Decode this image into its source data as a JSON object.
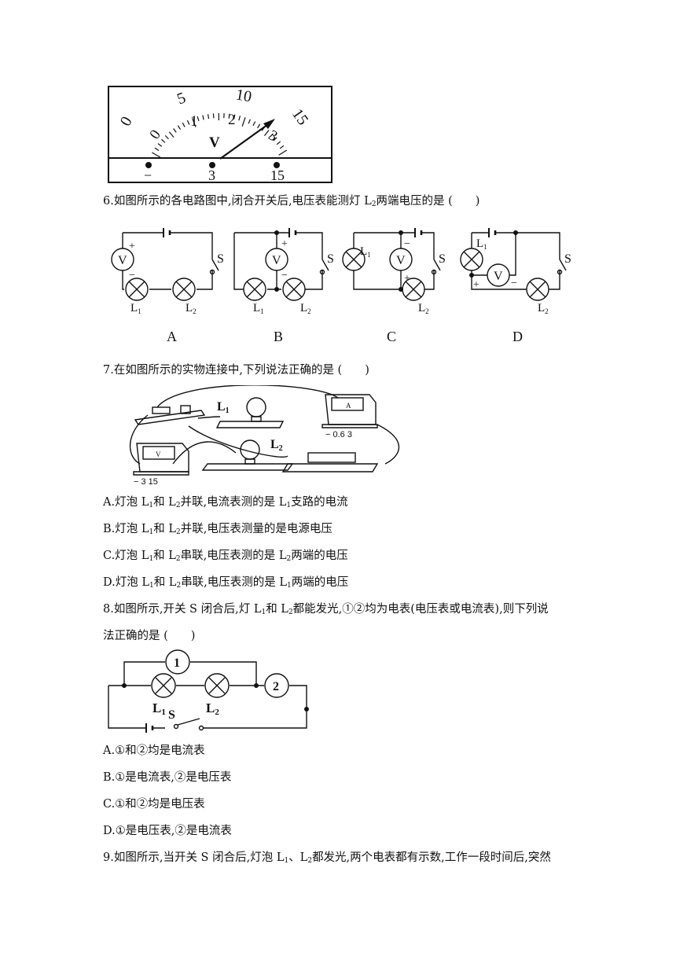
{
  "voltmeter": {
    "scale_top": [
      "0",
      "5",
      "10",
      "15"
    ],
    "scale_bottom": [
      "0",
      "1",
      "2",
      "3"
    ],
    "unit": "V",
    "terminals": [
      "−",
      "3",
      "15"
    ]
  },
  "q6": {
    "num": "6.",
    "text": "如图所示的各电路图中,闭合开关后,电压表能测灯 L",
    "sub": "2",
    "text_after": "两端电压的是 (　　)",
    "options": [
      "A",
      "B",
      "C",
      "D"
    ],
    "meter_symbol": "V",
    "switch_label": "S",
    "lamp1": "L",
    "lamp2": "L",
    "sub1": "1",
    "sub2": "2",
    "plus": "+",
    "minus": "−"
  },
  "q7": {
    "num": "7.",
    "text": "在如图所示的实物连接中,下列说法正确的是 (　　)",
    "fig": {
      "L1": "L",
      "L1_sub": "1",
      "L2": "L",
      "L2_sub": "2",
      "ammeter_face": "A",
      "ammeter_terminals": "− 0.6  3",
      "voltmeter_face": "V",
      "voltmeter_terminals": "−  3 15"
    },
    "options": [
      {
        "a": "A.灯泡 L",
        "s1": "1",
        "b": "和 L",
        "s2": "2",
        "c": "并联,电流表测的是 L",
        "s3": "1",
        "d": "支路的电流"
      },
      {
        "a": "B.灯泡 L",
        "s1": "1",
        "b": "和 L",
        "s2": "2",
        "c": "并联,电压表测量的是电源电压",
        "s3": "",
        "d": ""
      },
      {
        "a": "C.灯泡 L",
        "s1": "1",
        "b": "和 L",
        "s2": "2",
        "c": "串联,电压表测的是 L",
        "s3": "2",
        "d": "两端的电压"
      },
      {
        "a": "D.灯泡 L",
        "s1": "1",
        "b": "和 L",
        "s2": "2",
        "c": "串联,电压表测的是 L",
        "s3": "1",
        "d": "两端的电压"
      }
    ]
  },
  "q8": {
    "num": "8.",
    "line1_a": "如图所示,开关 S 闭合后,灯 L",
    "line1_s1": "1",
    "line1_b": "和 L",
    "line1_s2": "2",
    "line1_c": "都能发光,①②均为电表(电压表或电流表),则下列说",
    "line2": "法正确的是 (　　)",
    "fig": {
      "m1": "1",
      "m2": "2",
      "L": "L",
      "s1": "1",
      "s2": "2",
      "S": "S"
    },
    "options": [
      "A.①和②均是电流表",
      "B.①是电流表,②是电压表",
      "C.①和②均是电压表",
      "D.①是电压表,②是电流表"
    ]
  },
  "q9": {
    "num": "9.",
    "a": "如图所示,当开关 S 闭合后,灯泡 L",
    "s1": "1",
    "b": "、L",
    "s2": "2",
    "c": "都发光,两个电表都有示数,工作一段时间后,突然"
  }
}
